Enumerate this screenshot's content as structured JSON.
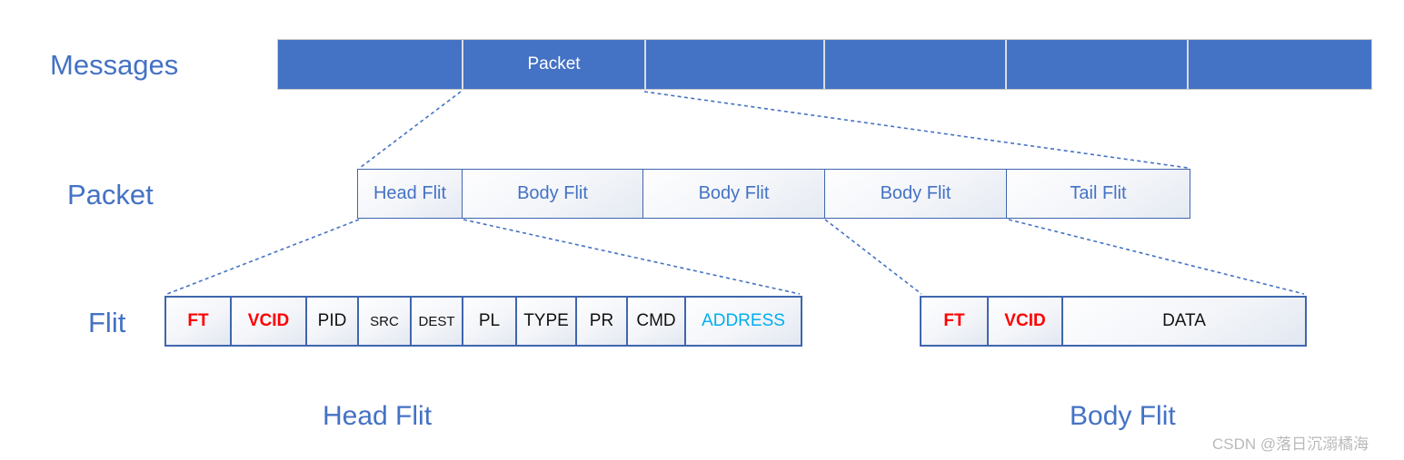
{
  "labels": {
    "messages_row": "Messages",
    "packet_row": "Packet",
    "flit_row": "Flit",
    "head_flit_caption": "Head Flit",
    "body_flit_caption": "Body Flit"
  },
  "messages_bar": {
    "segments": [
      "",
      "Packet",
      "",
      "",
      "",
      ""
    ]
  },
  "packet_bar": {
    "segments": [
      "Head Flit",
      "Body Flit",
      "Body Flit",
      "Body Flit",
      "Tail Flit"
    ]
  },
  "head_flit_fields": [
    {
      "text": "FT",
      "emphasis": "red"
    },
    {
      "text": "VCID",
      "emphasis": "red"
    },
    {
      "text": "PID",
      "emphasis": "black"
    },
    {
      "text": "SRC",
      "emphasis": "black-small"
    },
    {
      "text": "DEST",
      "emphasis": "black-small"
    },
    {
      "text": "PL",
      "emphasis": "black"
    },
    {
      "text": "TYPE",
      "emphasis": "black"
    },
    {
      "text": "PR",
      "emphasis": "black"
    },
    {
      "text": "CMD",
      "emphasis": "black"
    },
    {
      "text": "ADDRESS",
      "emphasis": "cyan"
    }
  ],
  "body_flit_fields": [
    {
      "text": "FT",
      "emphasis": "red"
    },
    {
      "text": "VCID",
      "emphasis": "red"
    },
    {
      "text": "DATA",
      "emphasis": "black"
    }
  ],
  "watermark": "CSDN @落日沉溺橘海",
  "colors": {
    "accent_blue": "#4472C4",
    "box_border_blue": "#3f66ae",
    "field_red": "#FF0000",
    "address_cyan": "#00AEEF",
    "bar_divider_gray": "#d9dce3",
    "watermark_gray": "#b9b9b9"
  }
}
